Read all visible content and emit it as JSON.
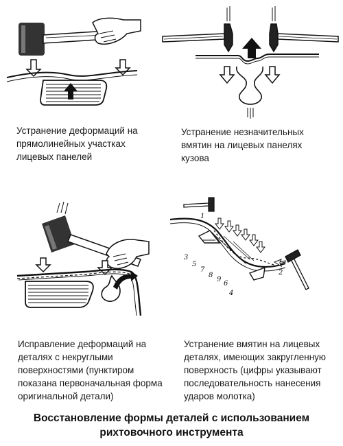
{
  "panels": [
    {
      "caption": "Устранение деформаций на\nпрямолинейных участках\nлицевых панелей"
    },
    {
      "caption": "Устранение незначительных\nвмятин на лицевых панелях\nкузова"
    },
    {
      "caption": "Исправление деформаций на\nдеталях с некруглыми\nповерхностями (пунктиром\nпоказана первоначальная форма\nоригинальной детали)"
    },
    {
      "caption": "Устранение вмятин на лицевых\nдеталях, имеющих закругленную\nповерхность (цифры указывают\nпоследовательность нанесения\nударов молотка)"
    }
  ],
  "figure4_numbers": [
    "1",
    "2",
    "3",
    "4",
    "5",
    "6",
    "7",
    "8",
    "9"
  ],
  "title_line1": "Восстановление формы деталей с использованием",
  "title_line2": "рихтовочного инструмента"
}
